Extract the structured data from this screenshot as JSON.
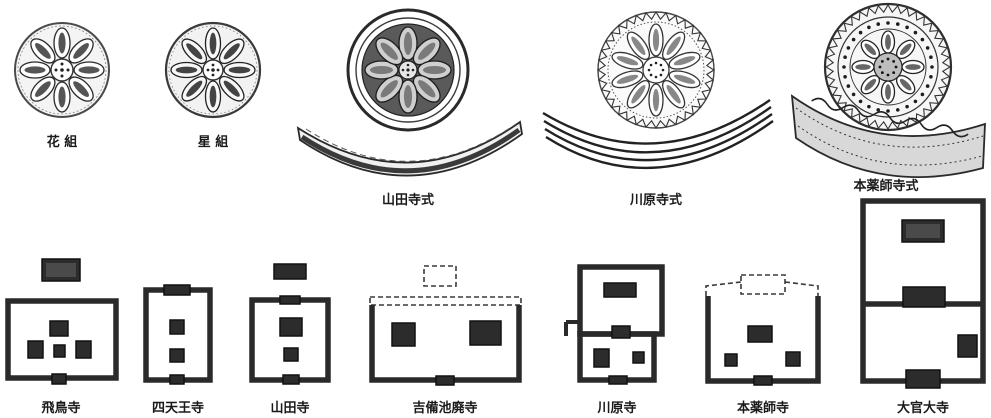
{
  "tiles": {
    "hana_gumi": "花  組",
    "hoshi_gumi": "星  組",
    "yamadadera_shiki": "山田寺式",
    "kawaradera_shiki": "川原寺式",
    "motoyakushiji_shiki": "本薬師寺式"
  },
  "temples": {
    "asukadera": "飛鳥寺",
    "shitennoji": "四天王寺",
    "yamadadera": "山田寺",
    "kibiikehaiji": "吉備池廃寺",
    "kawaradera": "川原寺",
    "motoyakushiji": "本薬師寺",
    "daikandaiji": "大官大寺"
  }
}
